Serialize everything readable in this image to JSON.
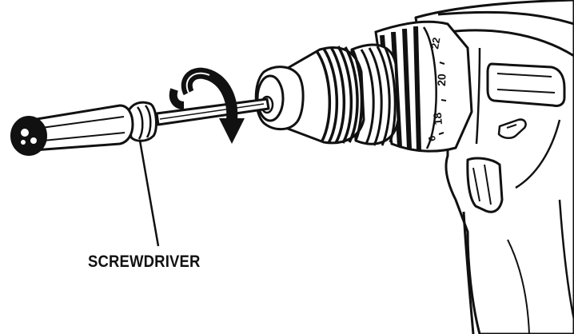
{
  "callout": {
    "label": "SCREWDRIVER"
  },
  "torque_scale": {
    "marks": [
      "22",
      "20",
      "18",
      "6"
    ]
  }
}
